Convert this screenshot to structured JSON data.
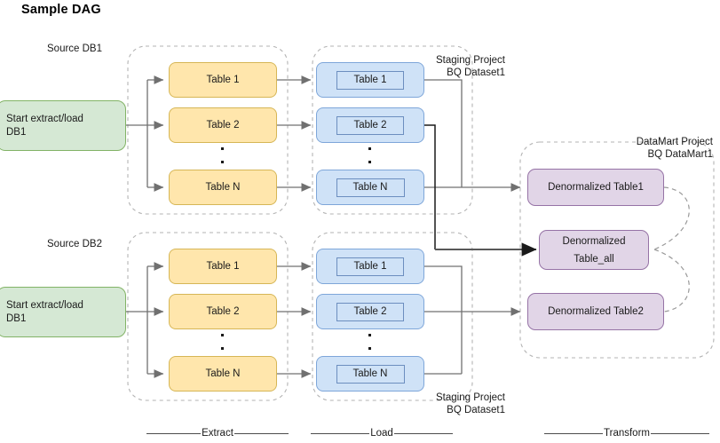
{
  "title": "Sample DAG",
  "groups": {
    "source_db1": "Source DB1",
    "source_db2": "Source DB2",
    "staging_top_line1": "Staging Project",
    "staging_top_line2": "BQ Dataset1",
    "staging_bottom_line1": "Staging Project",
    "staging_bottom_line2": "BQ Dataset1",
    "datamart_line1": "DataMart Project",
    "datamart_line2": "BQ DataMart1"
  },
  "start_nodes": [
    {
      "line1": "Start extract/load",
      "line2": "DB1"
    },
    {
      "line1": "Start extract/load",
      "line2": "DB1"
    }
  ],
  "extract": {
    "top": [
      "Table 1",
      "Table 2",
      "Table N"
    ],
    "bottom": [
      "Table 1",
      "Table 2",
      "Table N"
    ]
  },
  "load": {
    "top": [
      "Table 1",
      "Table 2",
      "Table N"
    ],
    "bottom": [
      "Table 1",
      "Table 2",
      "Table N"
    ]
  },
  "transform": {
    "table1": "Denormalized Table1",
    "table_all_line1": "Denormalized",
    "table_all_line2": "Table_all",
    "table2": "Denormalized Table2"
  },
  "phases": {
    "extract": "Extract",
    "load": "Load",
    "transform": "Transform"
  },
  "colors": {
    "start_fill": "#d5e8d4",
    "start_stroke": "#82b366",
    "extract_fill": "#ffe6ac",
    "extract_stroke": "#d6b656",
    "load_fill": "#cfe2f7",
    "load_stroke": "#7ea6d9",
    "datamart_fill": "#e1d5e7",
    "datamart_stroke": "#9673a6",
    "edge": "#707070",
    "container_dash": "#b3b3b3"
  }
}
